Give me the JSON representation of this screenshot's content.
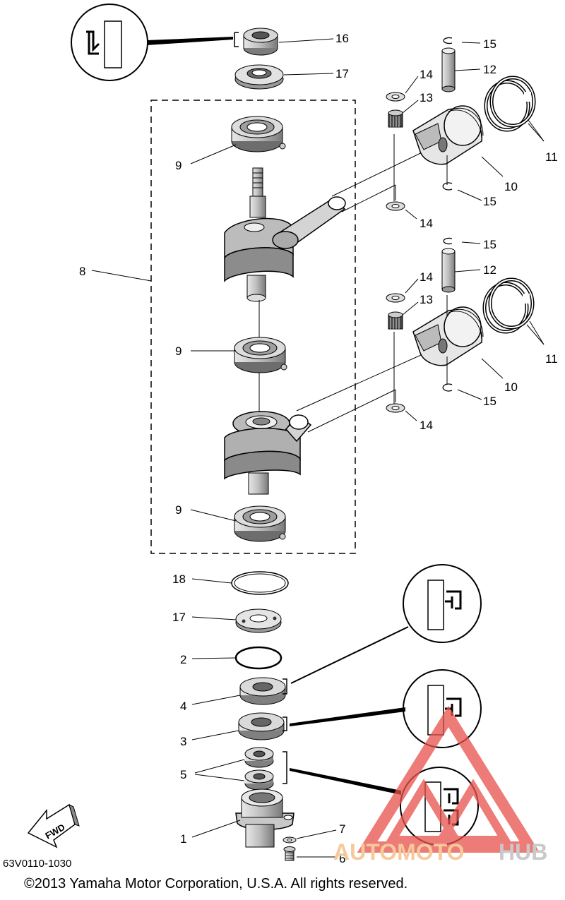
{
  "diagram": {
    "callouts": {
      "c1": "1",
      "c2": "2",
      "c3": "3",
      "c4": "4",
      "c5": "5",
      "c6": "6",
      "c7": "7",
      "c8": "8",
      "c9a": "9",
      "c9b": "9",
      "c9c": "9",
      "c10a": "10",
      "c10b": "10",
      "c11a": "11",
      "c11b": "11",
      "c12a": "12",
      "c12b": "12",
      "c13a": "13",
      "c13b": "13",
      "c14a": "14",
      "c14b": "14",
      "c14c": "14",
      "c14d": "14",
      "c15a": "15",
      "c15b": "15",
      "c15c": "15",
      "c15d": "15",
      "c16": "16",
      "c17a": "17",
      "c17b": "17",
      "c18": "18"
    },
    "fwd_label": "FWD",
    "part_number": "63V0110-1030",
    "copyright": "©2013 Yamaha Motor Corporation, U.S.A. All rights reserved."
  },
  "watermark": {
    "light": "AUTOMOTO",
    "dark": "HUB",
    "light_color": "#f5c99a",
    "dark_color": "#c9c9c9",
    "logo_color": "#e8504a"
  }
}
